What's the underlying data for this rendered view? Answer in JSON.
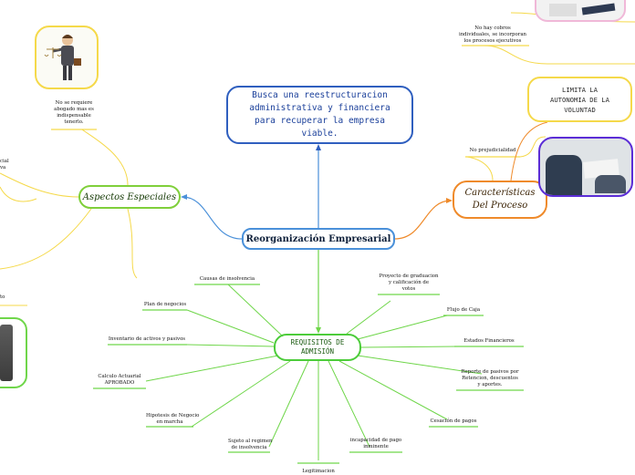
{
  "central": "Reorganización Empresarial",
  "goal": "Busca una reestructuracion administrativa y financiera para recuperar la empresa viable.",
  "aspectos": "Aspectos Especiales",
  "aspectos_note": [
    "No se requiere",
    "abogado mas es",
    "indispensable",
    "tenerlo."
  ],
  "left_partial": [
    "cial",
    "va"
  ],
  "left_partial2": "to",
  "caracteristicas": [
    "Características",
    "Del Proceso"
  ],
  "no_prejudicialidad": "No prejudicialidad",
  "no_cobros": [
    "No hay cobros",
    "individuales, se incorporan",
    "los procesos ejecutivos"
  ],
  "limita": [
    "LIMITA LA",
    "AUTONOMIA DE LA",
    "VOLUNTAD"
  ],
  "requisitos": [
    "REQUISITOS DE",
    "ADMISIÓN"
  ],
  "req_items": {
    "causas": "Causas de insolvencia",
    "plan": "Plan de negocios",
    "inventario": "Inventario de activos y pasivos",
    "calculo": [
      "Calculo Actuarial",
      "APROBADO"
    ],
    "hipotesis": [
      "Hipotesis de Negocio",
      "en marcha"
    ],
    "sujeto": [
      "Sujeto al regimen",
      "de insolvencia"
    ],
    "legitimacion": "Legitimacion",
    "incapacidad": [
      "incapacidad de pago",
      "inminente"
    ],
    "cesacion": "Cesación de pagos",
    "reporte": [
      "Reporte de pasivos por",
      "Retencion, descuentos",
      "y aportes."
    ],
    "estados": "Estados Financieros",
    "flujo": "Flujo de Caja",
    "proyecto": [
      "Proyecto de graduacion",
      "y calificación de",
      "votos"
    ]
  },
  "colors": {
    "blue": "#4a90d9",
    "green": "#6fd64a",
    "orange": "#ef8a2a",
    "yellow": "#f5d94a",
    "purple": "#5b2dd6"
  }
}
